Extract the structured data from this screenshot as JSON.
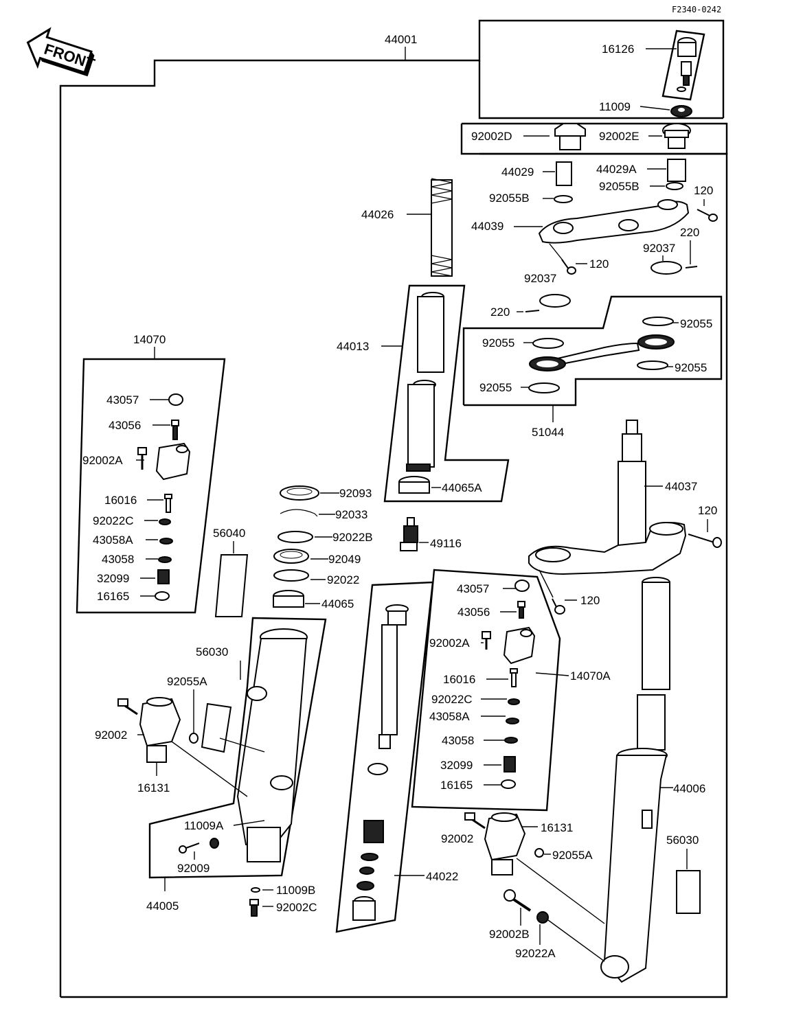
{
  "ref_code": "F2340-0242",
  "front_arrow": {
    "text": "FRONT"
  },
  "labels": {
    "p44001": "44001",
    "p16126": "16126",
    "p11009": "11009",
    "p92002D": "92002D",
    "p92002E": "92002E",
    "p44029": "44029",
    "p44029A": "44029A",
    "p92055B_l": "92055B",
    "p92055B_r": "92055B",
    "p120_a": "120",
    "p44026": "44026",
    "p44039": "44039",
    "p220_a": "220",
    "p92037_a": "92037",
    "p120_b": "120",
    "p92037_b": "92037",
    "p220_b": "220",
    "p92055_a": "92055",
    "p92055_b": "92055",
    "p92055_c": "92055",
    "p92055_d": "92055",
    "p44013": "44013",
    "p51044": "51044",
    "p14070": "14070",
    "p43057_l": "43057",
    "p43056_l": "43056",
    "p92002A_l": "92002A",
    "p16016_l": "16016",
    "p92022C_l": "92022C",
    "p43058A_l": "43058A",
    "p43058_l": "43058",
    "p32099_l": "32099",
    "p16165_l": "16165",
    "p44065A": "44065A",
    "p92093": "92093",
    "p92033": "92033",
    "p92022B": "92022B",
    "p49116": "49116",
    "p92049": "92049",
    "p92022": "92022",
    "p44065": "44065",
    "p56040": "56040",
    "p44037": "44037",
    "p120_c": "120",
    "p120_d": "120",
    "p43057_r": "43057",
    "p43056_r": "43056",
    "p92002A_r": "92002A",
    "p14070A": "14070A",
    "p16016_r": "16016",
    "p92022C_r": "92022C",
    "p43058A_r": "43058A",
    "p43058_r": "43058",
    "p32099_r": "32099",
    "p16165_r": "16165",
    "p56030_l": "56030",
    "p92055A_l": "92055A",
    "p92002_l": "92002",
    "p16131_l": "16131",
    "p11009A": "11009A",
    "p92009": "92009",
    "p44005": "44005",
    "p11009B": "11009B",
    "p92002C": "92002C",
    "p44022": "44022",
    "p16131_r": "16131",
    "p92002_r": "92002",
    "p92055A_r": "92055A",
    "p44006": "44006",
    "p56030_r": "56030",
    "p92002B": "92002B",
    "p92022A": "92022A"
  }
}
